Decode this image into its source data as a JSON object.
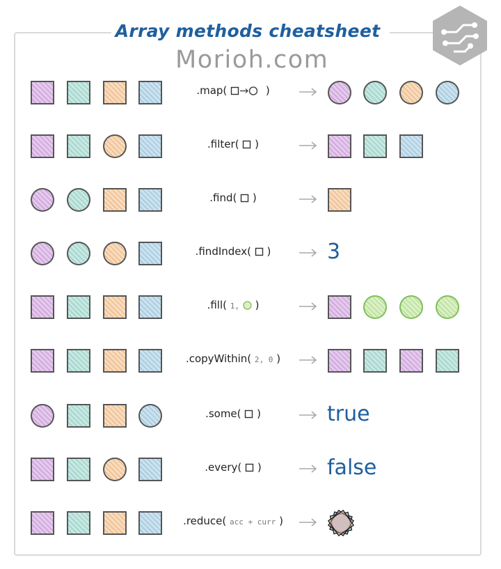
{
  "header": {
    "title": "Array methods cheatsheet",
    "watermark": "Morioh.com"
  },
  "colors": {
    "pink": "#d2a8e0",
    "teal": "#a4d7cf",
    "orange": "#f0c294",
    "blue": "#a9cde2",
    "green": "#bde3a0",
    "accent": "#1f5f9e"
  },
  "icons": {
    "logo": "circuit-logo-icon",
    "square": "square-icon",
    "circle": "circle-icon",
    "arrow": "arrow-right-icon",
    "reduce": "stacked-squares-icon"
  },
  "rows": [
    {
      "id": "map",
      "method": ".map(",
      "close": ")",
      "input": [
        [
          "square",
          "pink"
        ],
        [
          "square",
          "teal"
        ],
        [
          "square",
          "orange"
        ],
        [
          "square",
          "blue"
        ]
      ],
      "result": [
        [
          "circle",
          "pink"
        ],
        [
          "circle",
          "teal"
        ],
        [
          "circle",
          "orange"
        ],
        [
          "circle",
          "blue"
        ]
      ]
    },
    {
      "id": "filter",
      "method": ".filter(",
      "close": ")",
      "input": [
        [
          "square",
          "pink"
        ],
        [
          "square",
          "teal"
        ],
        [
          "circle",
          "orange"
        ],
        [
          "square",
          "blue"
        ]
      ],
      "result": [
        [
          "square",
          "pink"
        ],
        [
          "square",
          "teal"
        ],
        [
          "square",
          "blue"
        ]
      ]
    },
    {
      "id": "find",
      "method": ".find(",
      "close": ")",
      "input": [
        [
          "circle",
          "pink"
        ],
        [
          "circle",
          "teal"
        ],
        [
          "square",
          "orange"
        ],
        [
          "square",
          "blue"
        ]
      ],
      "result": [
        [
          "square",
          "orange"
        ]
      ]
    },
    {
      "id": "findIndex",
      "method": ".findIndex(",
      "close": ")",
      "input": [
        [
          "circle",
          "pink"
        ],
        [
          "circle",
          "teal"
        ],
        [
          "circle",
          "orange"
        ],
        [
          "square",
          "blue"
        ]
      ],
      "result_text": "3"
    },
    {
      "id": "fill",
      "method": ".fill(",
      "args": "1,",
      "close": ")",
      "input": [
        [
          "square",
          "pink"
        ],
        [
          "square",
          "teal"
        ],
        [
          "square",
          "orange"
        ],
        [
          "square",
          "blue"
        ]
      ],
      "result": [
        [
          "square",
          "pink"
        ],
        [
          "circle",
          "green"
        ],
        [
          "circle",
          "green"
        ],
        [
          "circle",
          "green"
        ]
      ]
    },
    {
      "id": "copyWithin",
      "method": ".copyWithin(",
      "args": "2, 0",
      "close": ")",
      "input": [
        [
          "square",
          "pink"
        ],
        [
          "square",
          "teal"
        ],
        [
          "square",
          "orange"
        ],
        [
          "square",
          "blue"
        ]
      ],
      "result": [
        [
          "square",
          "pink"
        ],
        [
          "square",
          "teal"
        ],
        [
          "square",
          "pink"
        ],
        [
          "square",
          "teal"
        ]
      ]
    },
    {
      "id": "some",
      "method": ".some(",
      "close": ")",
      "input": [
        [
          "circle",
          "pink"
        ],
        [
          "square",
          "teal"
        ],
        [
          "square",
          "orange"
        ],
        [
          "circle",
          "blue"
        ]
      ],
      "result_text": "true"
    },
    {
      "id": "every",
      "method": ".every(",
      "close": ")",
      "input": [
        [
          "square",
          "pink"
        ],
        [
          "square",
          "teal"
        ],
        [
          "circle",
          "orange"
        ],
        [
          "square",
          "blue"
        ]
      ],
      "result_text": "false"
    },
    {
      "id": "reduce",
      "method": ".reduce(",
      "args": "acc + curr",
      "close": ")",
      "input": [
        [
          "square",
          "pink"
        ],
        [
          "square",
          "teal"
        ],
        [
          "square",
          "orange"
        ],
        [
          "square",
          "blue"
        ]
      ],
      "result_icon": "reduce"
    }
  ]
}
